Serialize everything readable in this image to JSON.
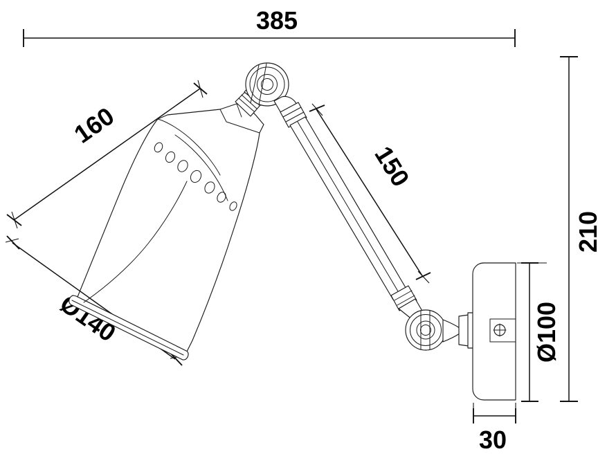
{
  "drawing": {
    "title": "Wall Lamp Dimensional Drawing",
    "units": "mm",
    "line_color": "#1a1a1a",
    "text_color": "#000000",
    "background_color": "#ffffff"
  },
  "dimensions": {
    "overall_width": {
      "label": "385",
      "name": "overall-width",
      "orientation": "horizontal",
      "position": "top"
    },
    "shade_height": {
      "label": "160",
      "name": "shade-length",
      "orientation": "diagonal",
      "position": "upper-left"
    },
    "shade_diameter": {
      "label": "Ø140",
      "name": "shade-diameter",
      "orientation": "diagonal",
      "position": "lower-left"
    },
    "arm_length": {
      "label": "150",
      "name": "arm-length",
      "orientation": "diagonal",
      "position": "center-right"
    },
    "overall_height": {
      "label": "210",
      "name": "overall-height",
      "orientation": "vertical",
      "position": "right"
    },
    "backplate_diameter": {
      "label": "Ø100",
      "name": "backplate-diameter",
      "orientation": "vertical",
      "position": "right-inner"
    },
    "backplate_depth": {
      "label": "30",
      "name": "backplate-depth",
      "orientation": "horizontal",
      "position": "bottom"
    }
  },
  "components": {
    "shade": {
      "name": "lamp-shade",
      "vent_hole_count": 7
    },
    "upper_joint": {
      "name": "upper-swivel-joint"
    },
    "arm": {
      "name": "lamp-arm"
    },
    "lower_joint": {
      "name": "lower-swivel-joint"
    },
    "wall_plate": {
      "name": "wall-mount-plate"
    },
    "screw": {
      "name": "mounting-screw"
    }
  }
}
